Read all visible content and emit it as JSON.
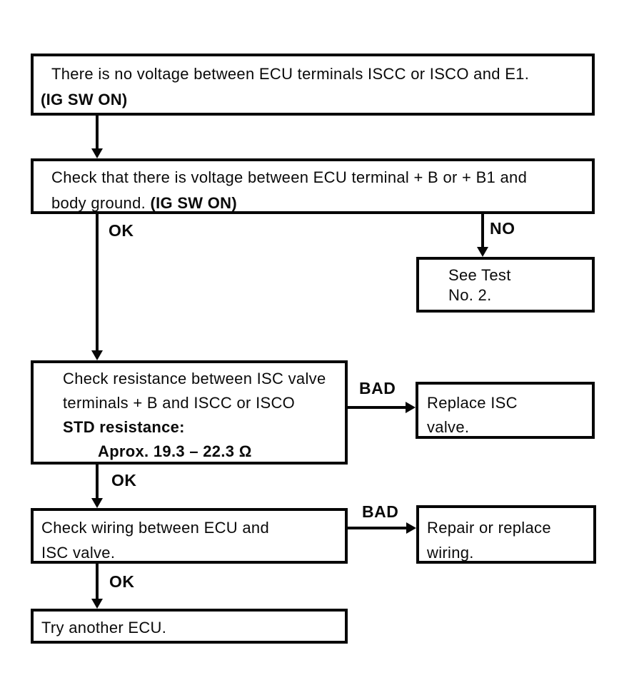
{
  "colors": {
    "background": "#ffffff",
    "ink": "#0a0a0a"
  },
  "boxes": {
    "start": {
      "line1": "There is no voltage between ECU terminals ISCC or ISCO and E1.",
      "line2_bold": "(IG SW ON)"
    },
    "check_voltage": {
      "line1": "Check that there is voltage between ECU terminal + B or + B1 and",
      "line2": "body ground. ",
      "line2_bold": "(IG SW ON)"
    },
    "see_test": {
      "line1": "See Test",
      "line2": "No. 2."
    },
    "check_resistance": {
      "line1": "Check resistance between ISC valve",
      "line2": "terminals + B and ISCC or ISCO",
      "line3_bold": "STD resistance:",
      "line4_bold": "Aprox. 19.3 – 22.3 Ω"
    },
    "replace_valve": {
      "line1": "Replace ISC",
      "line2": "valve."
    },
    "check_wiring": {
      "line1": "Check wiring between ECU and",
      "line2": "ISC valve."
    },
    "repair_wiring": {
      "line1": "Repair or replace",
      "line2": "wiring."
    },
    "try_ecu": {
      "line1": "Try another ECU."
    }
  },
  "labels": {
    "ok_after_voltage": "OK",
    "no_after_voltage": "NO",
    "bad_after_resistance": "BAD",
    "ok_after_resistance": "OK",
    "bad_after_wiring": "BAD",
    "ok_after_wiring": "OK"
  }
}
